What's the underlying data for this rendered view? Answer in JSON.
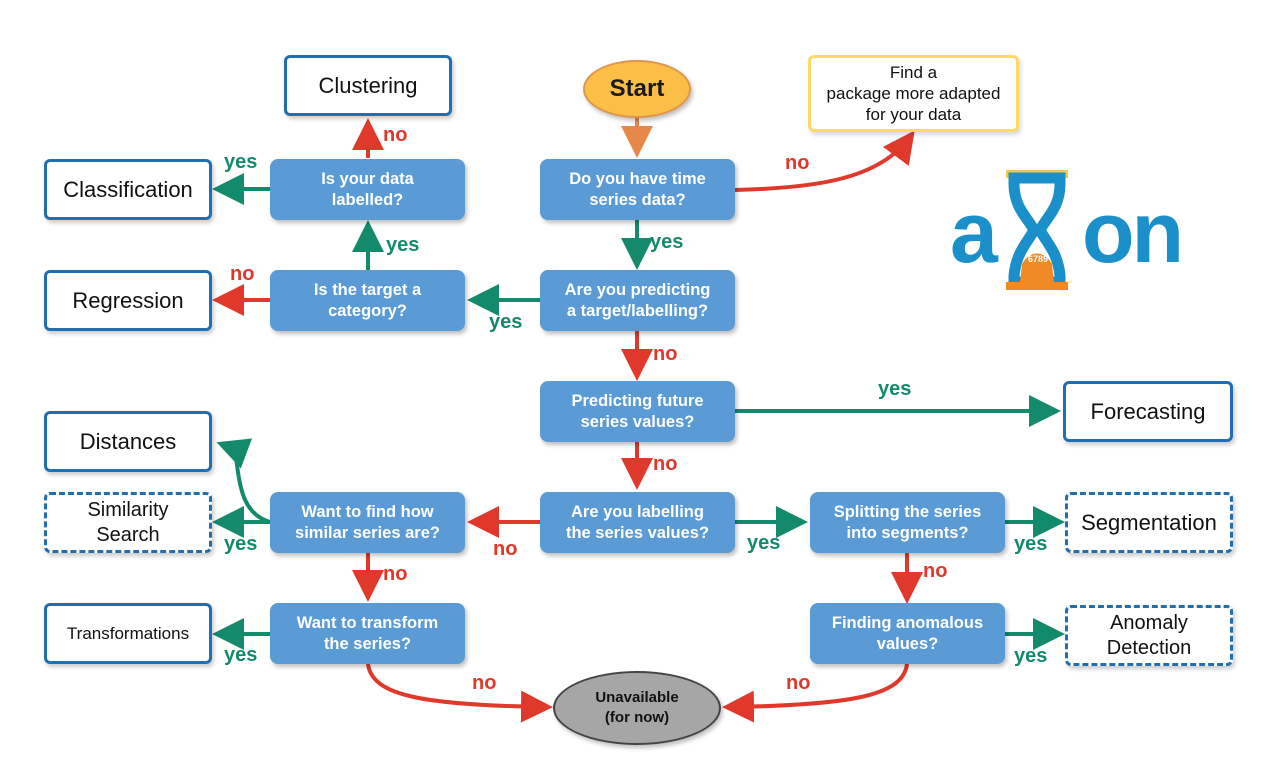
{
  "colors": {
    "question_fill": "#5b9bd5",
    "outcome_border": "#1f6fb2",
    "yes": "#138a6c",
    "no": "#e0392b",
    "start_fill": "#fbbf48",
    "start_arrow": "#e8874a",
    "unavailable_fill": "#a6a6a6",
    "package_border": "#ffd966",
    "logo_blue": "#1a8fc9",
    "logo_orange": "#f08a24"
  },
  "nodes": {
    "start": "Start",
    "q_time_series": "Do you have time\nseries data?",
    "q_predicting_target": "Are you predicting\na target/labelling?",
    "q_future_values": "Predicting future\nseries values?",
    "q_labelling_values": "Are you labelling\nthe series values?",
    "q_data_labelled": "Is your data\nlabelled?",
    "q_target_category": "Is the target a\ncategory?",
    "q_similar_series": "Want to find how\nsimilar series are?",
    "q_transform_series": "Want to transform\nthe series?",
    "q_splitting_segments": "Splitting the series\ninto segments?",
    "q_anomalous_values": "Finding anomalous\nvalues?",
    "unavailable": "Unavailable\n(for now)"
  },
  "outcomes": {
    "find_package": "Find a\npackage more adapted\nfor your data",
    "clustering": "Clustering",
    "classification": "Classification",
    "regression": "Regression",
    "forecasting": "Forecasting",
    "distances": "Distances",
    "similarity_search": "Similarity\nSearch",
    "transformations": "Transformations",
    "segmentation": "Segmentation",
    "anomaly_detection": "Anomaly\nDetection"
  },
  "edge_labels": {
    "yes": "yes",
    "no": "no"
  },
  "logo": {
    "text_left": "a",
    "text_right": "on",
    "digits": "4 5\n6789"
  }
}
